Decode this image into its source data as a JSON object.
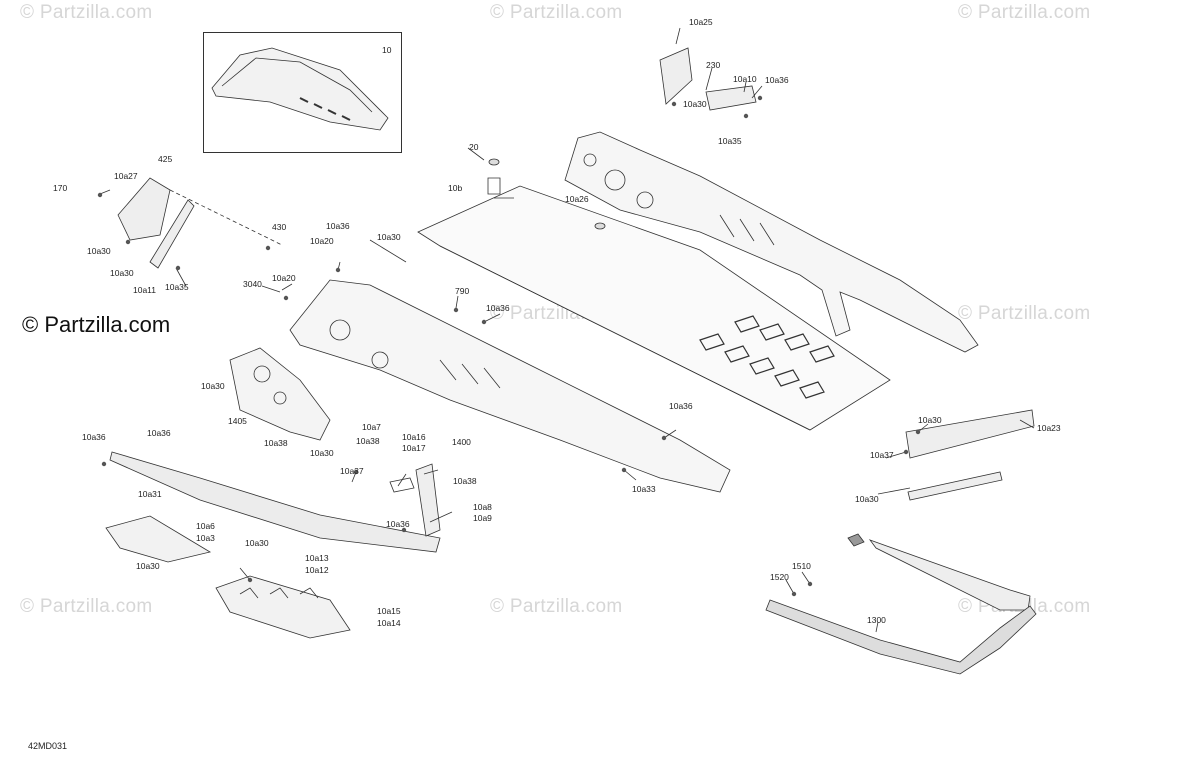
{
  "watermarks": {
    "text": "© Partzilla.com",
    "count": 9
  },
  "brand": {
    "text": "© Partzilla.com"
  },
  "diagram_code": "42MD031",
  "inset": {
    "label": "10"
  },
  "callouts": [
    {
      "id": "c-10a25",
      "text": "10a25"
    },
    {
      "id": "c-230",
      "text": "230"
    },
    {
      "id": "c-10a10",
      "text": "10a10"
    },
    {
      "id": "c-10a36-a",
      "text": "10a36"
    },
    {
      "id": "c-10a30-a",
      "text": "10a30"
    },
    {
      "id": "c-10a35-a",
      "text": "10a35"
    },
    {
      "id": "c-425",
      "text": "425"
    },
    {
      "id": "c-10a27",
      "text": "10a27"
    },
    {
      "id": "c-170",
      "text": "170"
    },
    {
      "id": "c-10a30-b",
      "text": "10a30"
    },
    {
      "id": "c-10a30-c",
      "text": "10a30"
    },
    {
      "id": "c-10a11",
      "text": "10a11"
    },
    {
      "id": "c-10a35-b",
      "text": "10a35"
    },
    {
      "id": "c-430",
      "text": "430"
    },
    {
      "id": "c-20",
      "text": "20"
    },
    {
      "id": "c-10b",
      "text": "10b"
    },
    {
      "id": "c-10a26",
      "text": "10a26"
    },
    {
      "id": "c-10a36-b",
      "text": "10a36"
    },
    {
      "id": "c-10a20-a",
      "text": "10a20"
    },
    {
      "id": "c-10a30-d",
      "text": "10a30"
    },
    {
      "id": "c-3040",
      "text": "3040"
    },
    {
      "id": "c-10a20-b",
      "text": "10a20"
    },
    {
      "id": "c-790",
      "text": "790"
    },
    {
      "id": "c-10a36-c",
      "text": "10a36"
    },
    {
      "id": "c-10a30-e",
      "text": "10a30"
    },
    {
      "id": "c-1405",
      "text": "1405"
    },
    {
      "id": "c-10a7",
      "text": "10a7"
    },
    {
      "id": "c-10a38-a",
      "text": "10a38"
    },
    {
      "id": "c-10a38-b",
      "text": "10a38"
    },
    {
      "id": "c-10a30-f",
      "text": "10a30"
    },
    {
      "id": "c-10a36-d",
      "text": "10a36"
    },
    {
      "id": "c-1400",
      "text": "1400"
    },
    {
      "id": "c-10a36-e",
      "text": "10a36"
    },
    {
      "id": "c-10a36-f",
      "text": "10a36"
    },
    {
      "id": "c-10a16",
      "text": "10a16"
    },
    {
      "id": "c-10a17",
      "text": "10a17"
    },
    {
      "id": "c-10a37-a",
      "text": "10a37"
    },
    {
      "id": "c-10a38-c",
      "text": "10a38"
    },
    {
      "id": "c-10a33",
      "text": "10a33"
    },
    {
      "id": "c-10a31",
      "text": "10a31"
    },
    {
      "id": "c-10a8",
      "text": "10a8"
    },
    {
      "id": "c-10a9",
      "text": "10a9"
    },
    {
      "id": "c-10a36-g",
      "text": "10a36"
    },
    {
      "id": "c-10a6",
      "text": "10a6"
    },
    {
      "id": "c-10a3",
      "text": "10a3"
    },
    {
      "id": "c-10a30-g",
      "text": "10a30"
    },
    {
      "id": "c-10a30-h",
      "text": "10a30"
    },
    {
      "id": "c-10a13",
      "text": "10a13"
    },
    {
      "id": "c-10a12",
      "text": "10a12"
    },
    {
      "id": "c-10a15",
      "text": "10a15"
    },
    {
      "id": "c-10a14",
      "text": "10a14"
    },
    {
      "id": "c-10a30-i",
      "text": "10a30"
    },
    {
      "id": "c-10a23",
      "text": "10a23"
    },
    {
      "id": "c-10a37-b",
      "text": "10a37"
    },
    {
      "id": "c-10a30-j",
      "text": "10a30"
    },
    {
      "id": "c-1510",
      "text": "1510"
    },
    {
      "id": "c-1520",
      "text": "1520"
    },
    {
      "id": "c-1300",
      "text": "1300"
    }
  ]
}
